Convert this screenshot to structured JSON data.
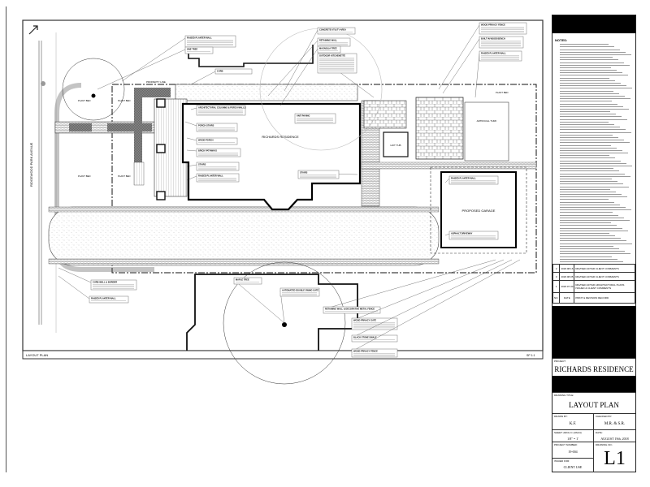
{
  "plan": {
    "street": "RIDGEWOOD PARK AVENUE",
    "property_line": "PROPERTY LINE",
    "viewport_label": "LAYOUT PLAN",
    "scale_tag": "SP 1:1",
    "house_title": "RICHARDS RESIDENCE",
    "garage_title": "PROPOSED GARAGE",
    "hot_tub": "HOT TUB",
    "artificial_turf": "ARTIFICIAL TURF",
    "plant_bed": "PLANT BED",
    "callouts": [
      "RAISED PLANTER WALL",
      "ONE TREE",
      "CURB",
      "CONCRETE UTILITY AREA",
      "RETAINING WALL",
      "MAGNOLIA TREE",
      "OUTDOOR KITCHENETTE",
      "WOOD PRIVACY FENCE",
      "BUILT IN WOOD BENCH",
      "RAISED PLANTER WALL",
      "ARCHITECTURAL COLUMNS & PORCH WALLS",
      "PORCH STAIRS",
      "WOOD PORCH",
      "BRICK PATHWAYS",
      "STAIRS",
      "RAISED PLANTER WALL",
      "UNIT PAVING",
      "STAIRS",
      "RAISED PLANTER WALL",
      "ASPHALT DRIVEWAY",
      "AUTOMATED DOUBLE SWING GATE",
      "RETAINING WALL & DECORATIVE METAL FENCE",
      "WOOD PRIVACY GATE",
      "BLACK STONE SWALE",
      "WOOD PRIVACY FENCE",
      "CURB WALL & BORDER",
      "RAISED PLANTER WALL",
      "MAPLE TREE"
    ]
  },
  "title_block": {
    "notes_heading": "NOTES:",
    "revisions": {
      "rows": [
        {
          "no": "2",
          "date": "2018.08.16",
          "desc": "REVISED AFTER CLIENT COMMENTS"
        },
        {
          "no": "3",
          "date": "2018.08.05",
          "desc": "REVISED AFTER CLIENT COMMENTS"
        },
        {
          "no": "1",
          "date": "2018.07.30",
          "desc": "REVISED AFTER ARCHITECTURAL PLANS ISSUED & CLIENT COMMENTS"
        }
      ],
      "header": {
        "no": "NO.",
        "date": "DATE",
        "desc": "PRINT & REVISION RECORD"
      }
    },
    "project_label": "PROJECT:",
    "project": "RICHARDS RESIDENCE",
    "drawing_title_label": "DRAWING TITLE:",
    "drawing_title": "LAYOUT PLAN",
    "drawn_by_label": "DRAWN BY:",
    "drawn_by": "K.F.",
    "checked_by_label": "CHECKED BY:",
    "checked_by": "M.R. & S.R.",
    "sheet_label": "SHEET:",
    "sheet": "ARCH C (18x24)",
    "scale": "1/8\" = 1'",
    "date_label": "DATE:",
    "date": "AUGUST 19th, 2018",
    "project_number_label": "PROJECT NUMBER:",
    "project_number": "19-004",
    "drawing_number_label": "DRAWING NO.:",
    "drawing_number": "L1",
    "issued_for_label": "ISSUED FOR:",
    "issued_for": "CLIENT USE"
  }
}
